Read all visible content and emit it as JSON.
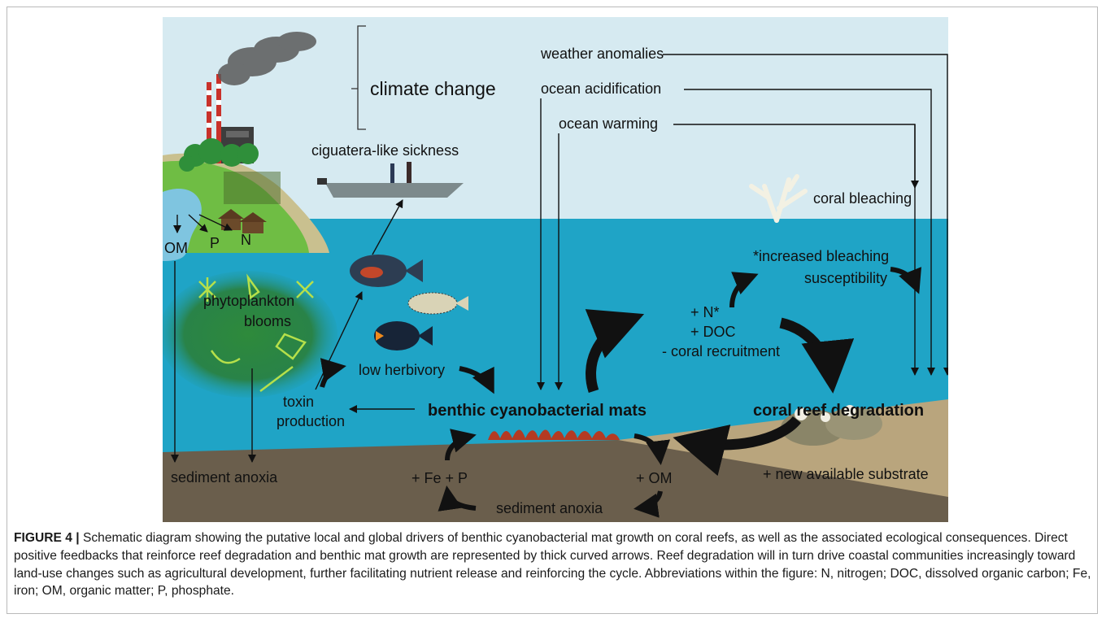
{
  "labels": {
    "weather": "weather anomalies",
    "acid": "ocean acidification",
    "warming": "ocean warming",
    "climate": "climate change",
    "ciguatera": "ciguatera-like sickness",
    "coral_bleaching": "coral bleaching",
    "increased_1": "*increased bleaching",
    "increased_2": "susceptibility",
    "om": "OM",
    "p": "P",
    "n": "N",
    "phyto_1": "phytoplankton",
    "phyto_2": "blooms",
    "n_star": "+ N*",
    "doc": "+ DOC",
    "recruit": "- coral recruitment",
    "low_herb": "low herbivory",
    "toxin_1": "toxin",
    "toxin_2": "production",
    "mats": "benthic cyanobacterial mats",
    "reef": "coral reef degradation",
    "sed_left": "sediment anoxia",
    "fe_p": "+ Fe + P",
    "plus_om": "+ OM",
    "sed_bottom": "sediment anoxia",
    "substrate": "+ new available substrate"
  },
  "caption": {
    "label": "FIGURE 4 |",
    "text": "Schematic diagram showing the putative local and global drivers of benthic cyanobacterial mat growth on coral reefs, as well as the associated ecological consequences. Direct positive feedbacks that reinforce reef degradation and benthic mat growth are represented by thick curved arrows. Reef degradation will in turn drive coastal communities increasingly toward land-use changes such as agricultural development, further facilitating nutrient release and reinforcing the cycle. Abbreviations within the figure: N, nitrogen; DOC, dissolved organic carbon; Fe, iron; OM, organic matter; P, phosphate."
  },
  "colors": {
    "sky": "#d6eaf1",
    "ocean": "#1fa4c6",
    "sediment": "#6a5e4c",
    "bloom": "#2f8a3a",
    "mat": "#b43a22"
  }
}
